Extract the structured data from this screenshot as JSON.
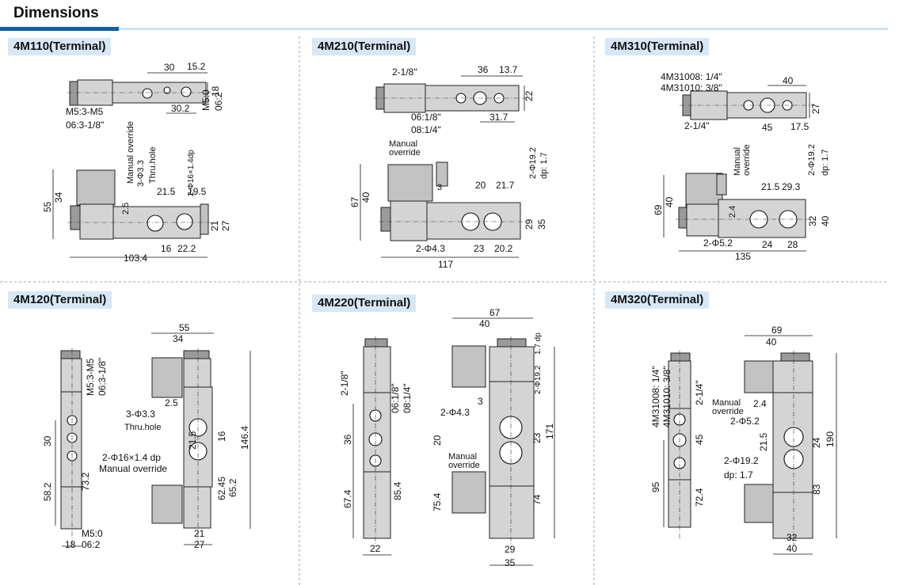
{
  "section_title": "Dimensions",
  "colors": {
    "accent": "#0e5fa6",
    "label_bg": "#d7e7f5",
    "body_fill": "#d4d4d4",
    "coil_fill": "#9a9a9a"
  },
  "panels": [
    {
      "label": "4M110(Terminal)",
      "dims": [
        "30",
        "15.2",
        "M5:3-M5",
        "06:3-1/8\"",
        "30.2",
        "18",
        "M5:0",
        "06:2",
        "Manual override",
        "3-Φ3.3",
        "Thru.hole",
        "2-Φ16×1.4dp",
        "21.5",
        "19.5",
        "55",
        "34",
        "2.5",
        "21",
        "27",
        "16",
        "22.2",
        "103.4"
      ]
    },
    {
      "label": "4M210(Terminal)",
      "dims": [
        "2-1/8\"",
        "36",
        "13.7",
        "22",
        "06:1/8\"",
        "08:1/4\"",
        "31.7",
        "Manual",
        "override",
        "2-Φ19.2",
        "dp: 1.7",
        "20",
        "21.7",
        "3",
        "67",
        "40",
        "29",
        "35",
        "2-Φ4.3",
        "23",
        "20.2",
        "117"
      ]
    },
    {
      "label": "4M310(Terminal)",
      "dims": [
        "4M31008: 1/4\"",
        "4M31010: 3/8\"",
        "40",
        "27",
        "2-1/4\"",
        "45",
        "17.5",
        "Manual",
        "override",
        "2-Φ19.2",
        "dp: 1.7",
        "21.5",
        "29.3",
        "69",
        "40",
        "2.4",
        "32",
        "40",
        "2-Φ5.2",
        "24",
        "28",
        "135"
      ]
    },
    {
      "label": "4M120(Terminal)",
      "dims": [
        "M5:3-M5",
        "06:3-1/8\"",
        "30",
        "58.2",
        "73.2",
        "M5:0",
        "06:2",
        "18",
        "55",
        "34",
        "2.5",
        "3-Φ3.3",
        "Thru.hole",
        "21.5",
        "16",
        "2-Φ16×1.4 dp",
        "Manual override",
        "62.45",
        "65.2",
        "146.4",
        "21",
        "27"
      ]
    },
    {
      "label": "4M220(Terminal)",
      "dims": [
        "2-1/8\"",
        "06:1/8\"",
        "08:1/4\"",
        "36",
        "67.4",
        "85.4",
        "22",
        "67",
        "40",
        "2-Φ19.2",
        "1.7 dp",
        "3",
        "2-Φ4.3",
        "20",
        "23",
        "171",
        "Manual",
        "override",
        "75.4",
        "74",
        "29",
        "35"
      ]
    },
    {
      "label": "4M320(Terminal)",
      "dims": [
        "69",
        "40",
        "4M31008: 1/4\"",
        "4M31010: 3/8\"",
        "2-1/4\"",
        "Manual",
        "override",
        "2.4",
        "2-Φ5.2",
        "21.5",
        "24",
        "45",
        "2-Φ19.2",
        "dp: 1.7",
        "190",
        "95",
        "72.4",
        "83",
        "32",
        "40"
      ]
    }
  ]
}
